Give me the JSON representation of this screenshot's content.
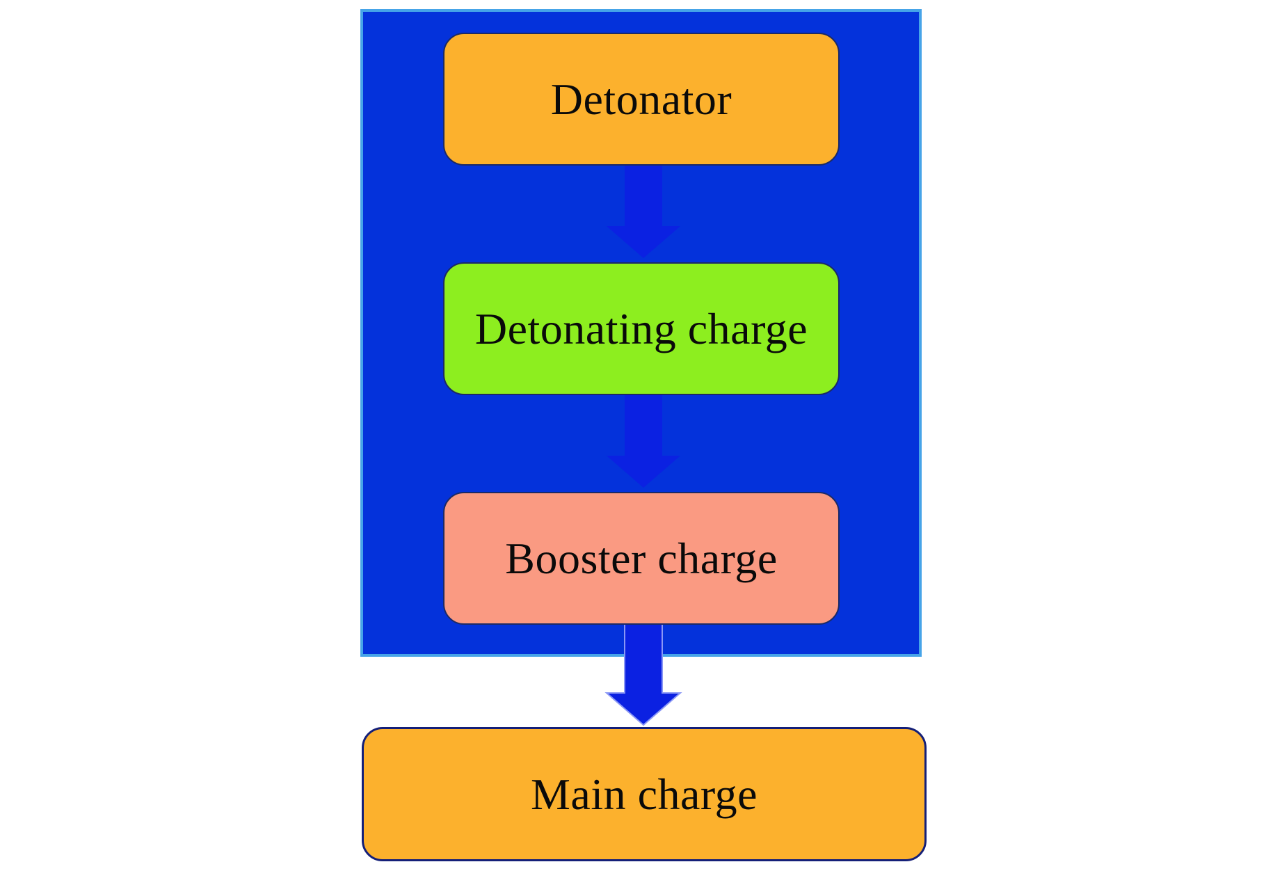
{
  "diagram": {
    "title": "explosive-train-flowchart",
    "boxes": [
      {
        "id": "detonator",
        "label": "Detonator",
        "fill": "#fcb12d"
      },
      {
        "id": "detonating-charge",
        "label": "Detonating charge",
        "fill": "#8dee1f"
      },
      {
        "id": "booster-charge",
        "label": "Booster charge",
        "fill": "#fa9a82"
      },
      {
        "id": "main-charge",
        "label": "Main charge",
        "fill": "#fcb12d"
      }
    ],
    "connections": [
      {
        "from": "detonator",
        "to": "detonating-charge"
      },
      {
        "from": "detonating-charge",
        "to": "booster-charge"
      },
      {
        "from": "booster-charge",
        "to": "main-charge"
      }
    ],
    "colors": {
      "container_fill": "#0432db",
      "container_border": "#46a4e8",
      "arrow_fill": "#0b21e2",
      "arrow_outline": "#8a97f5",
      "inner_box_border": "#1c2a66",
      "main_box_border": "#141f78",
      "text": "#0a0a0a",
      "background": "#ffffff"
    }
  }
}
